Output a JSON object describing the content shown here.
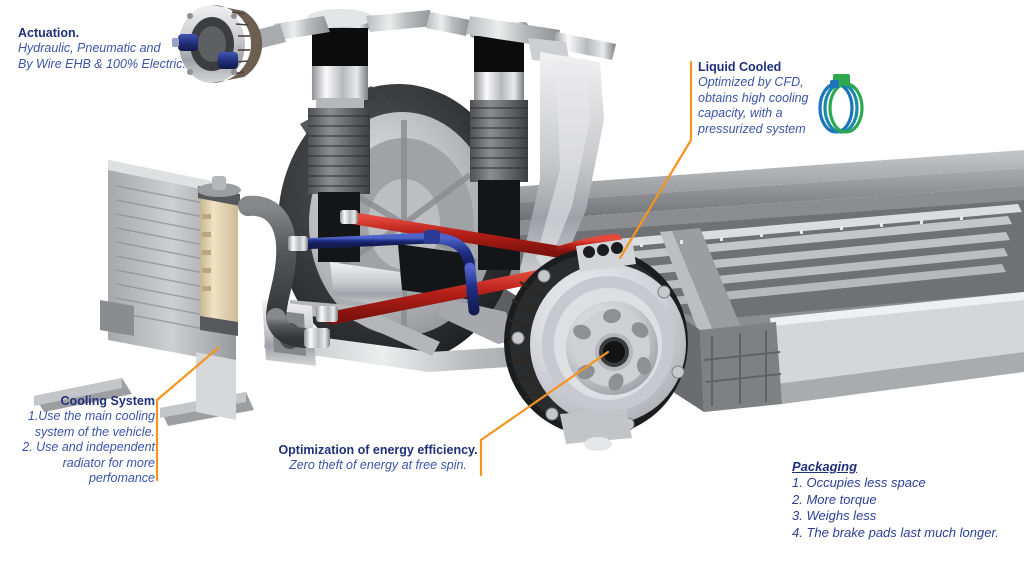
{
  "meta": {
    "title": "Electric Corner Module — Brake / Suspension Technical Callout Diagram",
    "background_color": "#ffffff",
    "heading_color": "#20307a",
    "body_color": "#3a55a8",
    "leader_color": "#f5941e"
  },
  "annotations": {
    "actuation": {
      "heading": "Actuation.",
      "lines": [
        "Hydraulic, Pneumatic and",
        "By Wire EHB & 100% Electric."
      ]
    },
    "liquid_cooled": {
      "heading": "Liquid Cooled",
      "lines": [
        "Optimized by CFD,",
        "obtains high cooling",
        "capacity, with a",
        "pressurized system"
      ]
    },
    "cooling_system": {
      "heading": "Cooling System",
      "lines": [
        "1.Use  the main cooling",
        "system of the vehicle.",
        "2. Use and independent",
        "radiator for more",
        "perfomance"
      ]
    },
    "optimization": {
      "heading": "Optimization of energy efficiency.",
      "lines": [
        "Zero theft of energy at free spin."
      ]
    },
    "packaging": {
      "heading": "Packaging",
      "items": [
        "1. Occupies less space",
        "2. More torque",
        "3. Weighs less",
        "4. The brake pads last much longer."
      ]
    }
  },
  "icons": {
    "cooling_loop": {
      "name": "cooling-loop-icon",
      "color_left": "#1c74bb",
      "color_right": "#2ea84f"
    }
  },
  "artwork": {
    "description": "3D CAD render of a vehicle front corner: ladder frame chassis, wheel and tire, coil-over strut with bellows boot, upper and lower control arms, radiator with expansion tank, red and blue fluid lines, and an electric brake rotor / hub assembly.",
    "components": [
      "actuator-ring-module",
      "wheel-and-tire",
      "strut-shock-absorber",
      "upper-control-arm",
      "lower-control-arm",
      "radiator",
      "expansion-tank",
      "red-hydraulic-line",
      "blue-hydraulic-line",
      "coolant-hose",
      "brake-rotor",
      "wheel-hub",
      "chassis-frame",
      "cross-members"
    ]
  }
}
